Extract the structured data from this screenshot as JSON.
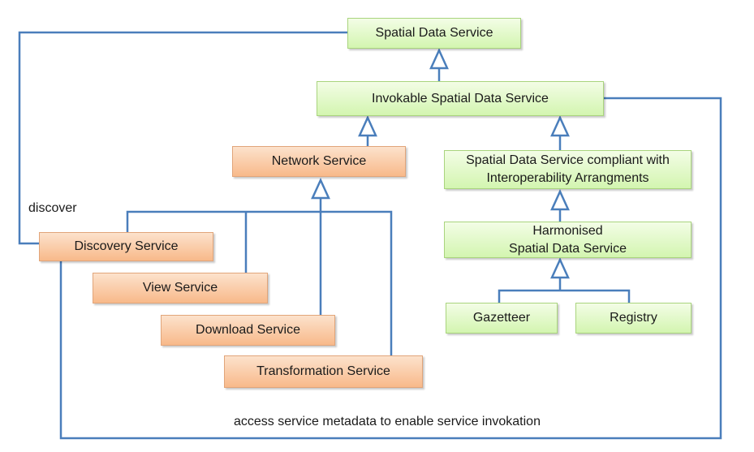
{
  "colors": {
    "connector": "#4a7ebb",
    "green_fill": "#d3f5b0",
    "green_border": "#a9d47d",
    "orange_fill": "#f8b98a",
    "orange_border": "#e1a57a"
  },
  "nodes": {
    "spatial_data_service": "Spatial Data Service",
    "invokable_spatial_data_service": "Invokable Spatial Data Service",
    "network_service": "Network Service",
    "compliant_service": "Spatial Data Service compliant with\nInteroperability Arrangments",
    "harmonised_service": "Harmonised\nSpatial Data Service",
    "discovery_service": "Discovery Service",
    "view_service": "View Service",
    "download_service": "Download Service",
    "transformation_service": "Transformation Service",
    "gazetteer": "Gazetteer",
    "registry": "Registry"
  },
  "labels": {
    "discover": "discover",
    "access": "access service metadata to enable service invokation"
  }
}
